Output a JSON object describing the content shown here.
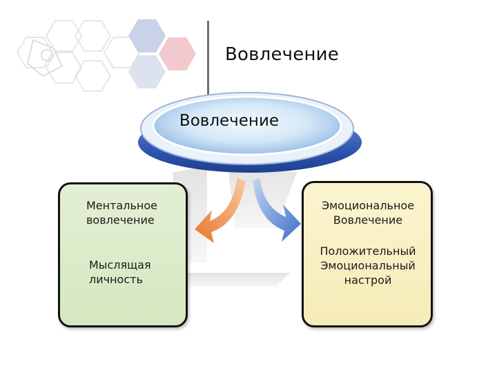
{
  "header": {
    "title": "Вовлечение"
  },
  "diagram": {
    "center": {
      "label": "Вовлечение"
    },
    "left": {
      "heading": "Ментальное вовлечение",
      "item": "Мыслящая личность"
    },
    "right": {
      "heading": "Эмоциональное Вовлечение",
      "item": "Положительный Эмоциональный настрой"
    },
    "arrows": [
      {
        "direction": "left",
        "color": "#e8772b"
      },
      {
        "direction": "right",
        "color": "#3c6fc8"
      }
    ]
  },
  "colors": {
    "disc": "#3c67c2",
    "left_box": "#dde9c9",
    "right_box": "#f9f0c4",
    "hex_blue": "#c7d0e6",
    "hex_red": "#f2c7cc",
    "hex_outline": "#e4e4e4"
  }
}
